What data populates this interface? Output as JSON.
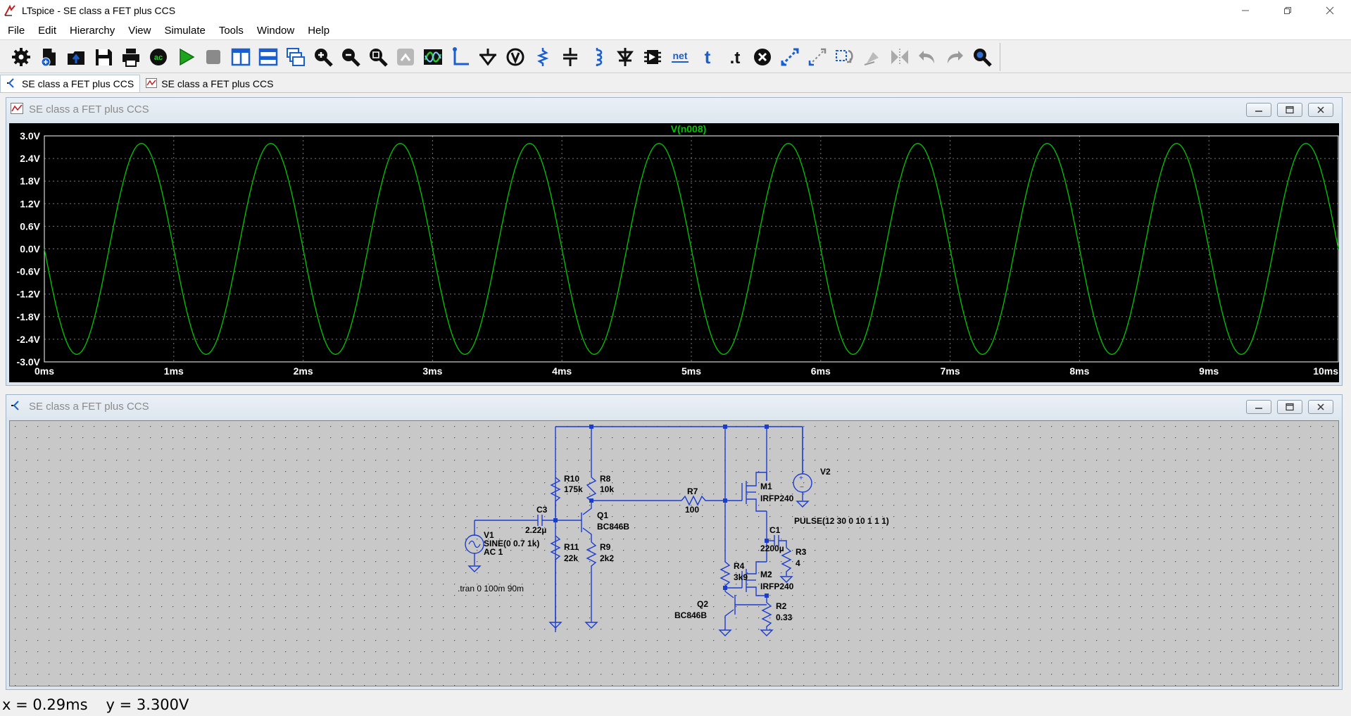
{
  "window": {
    "title": "LTspice - SE class a FET plus CCS"
  },
  "menu": [
    "File",
    "Edit",
    "Hierarchy",
    "View",
    "Simulate",
    "Tools",
    "Window",
    "Help"
  ],
  "toolbar": {
    "icons": [
      "control-panel-icon",
      "new-schematic-icon",
      "open-icon",
      "save-icon",
      "print-icon",
      "ac-icon",
      "run-icon",
      "halt-icon",
      "tile-vertical-icon",
      "tile-horizontal-icon",
      "cascade-icon",
      "zoom-in-icon",
      "zoom-out-icon",
      "zoom-fit-icon",
      "autorange-icon",
      "pick-trace-icon",
      "wire-icon",
      "ground-icon",
      "label-net-icon",
      "resistor-icon",
      "capacitor-icon",
      "inductor-icon",
      "diode-icon",
      "component-icon",
      "net-label-icon",
      "text-icon",
      "spice-directive-icon",
      "delete-icon",
      "move-icon",
      "drag-icon",
      "rotate-icon",
      "mirror-icon",
      "undo-icon",
      "redo-icon",
      "find-icon"
    ],
    "net_label": "net",
    "text_label": "t",
    "directive_label": ".t",
    "ac_label": "ac"
  },
  "tabs": [
    {
      "label": "SE class a FET plus CCS",
      "kind": "schematic",
      "active": true
    },
    {
      "label": "SE class a FET plus CCS",
      "kind": "waveform",
      "active": false
    }
  ],
  "waveform_window": {
    "title": "SE class a FET plus CCS"
  },
  "schematic_window": {
    "title": "SE class a FET plus CCS"
  },
  "chart_data": {
    "type": "line",
    "title": "V(n008)",
    "series": [
      {
        "name": "V(n008)",
        "color": "#00c800",
        "amplitude": 2.8,
        "frequency_khz": 1,
        "phase": "inverted"
      }
    ],
    "x_ticks": [
      "0ms",
      "1ms",
      "2ms",
      "3ms",
      "4ms",
      "5ms",
      "6ms",
      "7ms",
      "8ms",
      "9ms",
      "10ms"
    ],
    "y_ticks": [
      "3.0V",
      "2.4V",
      "1.8V",
      "1.2V",
      "0.6V",
      "0.0V",
      "-0.6V",
      "-1.2V",
      "-1.8V",
      "-2.4V",
      "-3.0V"
    ],
    "xlim": [
      0,
      10
    ],
    "ylim": [
      -3.0,
      3.0
    ],
    "grid": true
  },
  "schematic": {
    "labels": {
      "r10": "R10",
      "r10v": "175k",
      "r8": "R8",
      "r8v": "10k",
      "r7": "R7",
      "r7v": "100",
      "m1": "M1",
      "m1v": "IRFP240",
      "v2": "V2",
      "c3": "C3",
      "c3v": "2.22µ",
      "q1": "Q1",
      "q1v": "BC846B",
      "pulse": "PULSE(12 30 0 10 1 1 1)",
      "c1": "C1",
      "c1v": "2200µ",
      "v1": "V1",
      "v1a": "SINE(0 0.7 1k)",
      "v1b": "AC 1",
      "r11": "R11",
      "r11v": "22k",
      "r9": "R9",
      "r9v": "2k2",
      "r3": "R3",
      "r3v": "4",
      "r4": "R4",
      "r4v": "3k9",
      "m2": "M2",
      "m2v": "IRFP240",
      "tran": ".tran 0 100m 90m",
      "q2": "Q2",
      "q2v": "BC846B",
      "r2": "R2",
      "r2v": "0.33"
    }
  },
  "status": {
    "x": "x = 0.29ms",
    "y": "y = 3.300V"
  }
}
